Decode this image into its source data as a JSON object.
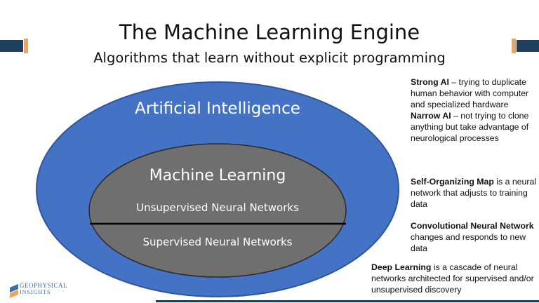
{
  "header": {
    "title": "The Machine Learning Engine",
    "subtitle": "Algorithms that learn without explicit programming"
  },
  "diagram": {
    "outer_label": "Artificial Intelligence",
    "inner_label": "Machine Learning",
    "upper_section_label": "Unsupervised Neural Networks",
    "lower_section_label": "Supervised Neural Networks",
    "colors": {
      "outer_fill": "#4472c4",
      "outer_stroke": "#2f55a0",
      "inner_fill": "#6f6f6f",
      "divider": "#000000",
      "accent_navy": "#1f3f5f",
      "accent_orange": "#f0a35c"
    }
  },
  "notes": [
    {
      "term": "Strong AI",
      "text": " – trying to duplicate human behavior with computer and specialized hardware"
    },
    {
      "term": "Narrow AI",
      "text": " – not trying to clone anything but take advantage of neurological processes"
    },
    {
      "term": "Self-Organizing Map",
      "text": " is a neural network that adjusts to training data"
    },
    {
      "term": "Convolutional Neural Network",
      "text": " changes and responds to new data"
    },
    {
      "term": "Deep Learning",
      "text": " is a cascade of neural networks architected for supervised and/or unsupervised discovery"
    }
  ],
  "logo": {
    "line1": "GEOPHYSICAL",
    "line2": "INSIGHTS"
  }
}
